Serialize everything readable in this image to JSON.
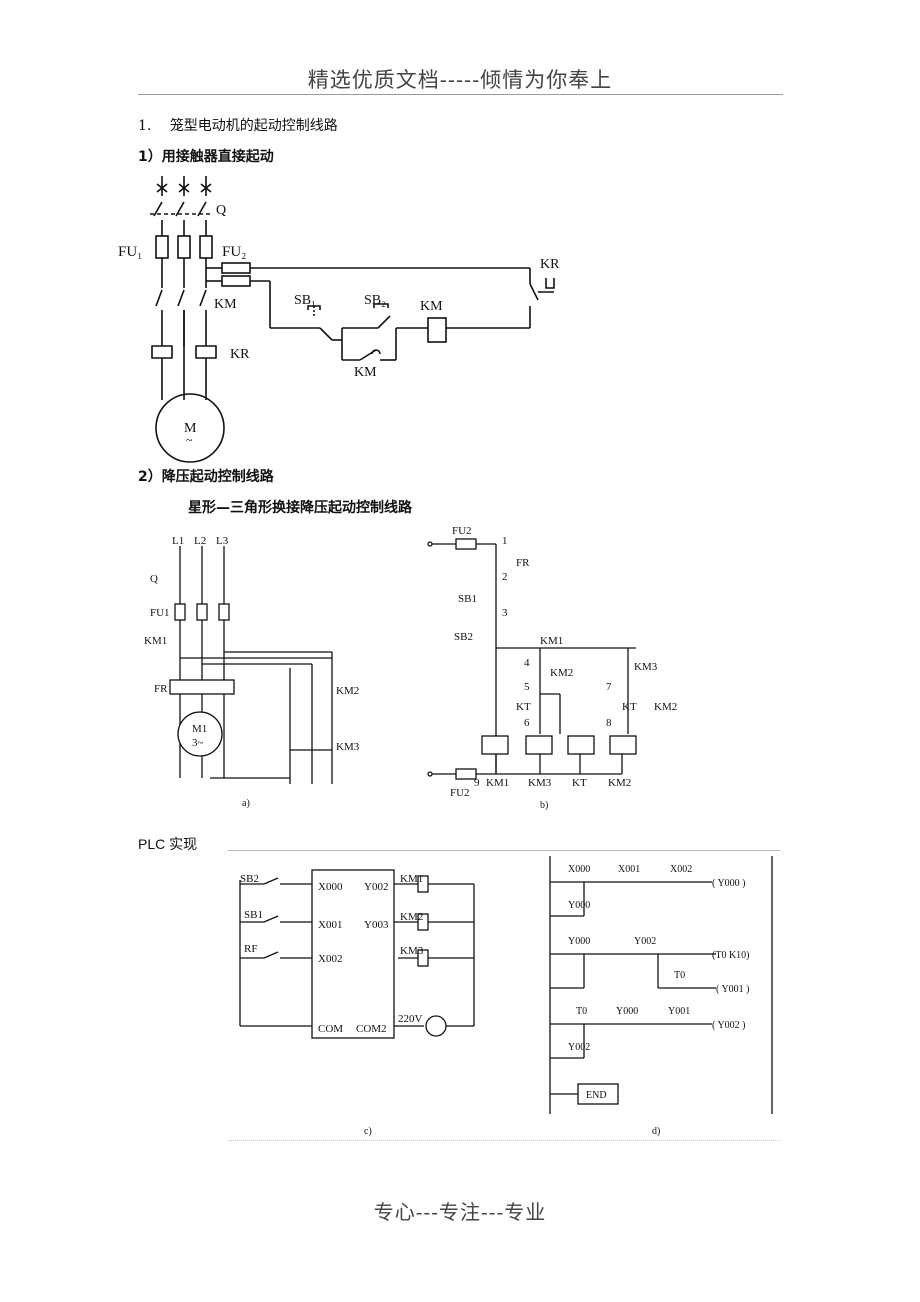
{
  "header": {
    "title": "精选优质文档-----倾情为你奉上"
  },
  "footer": {
    "text": "专心---专注---专业"
  },
  "section1": {
    "number": "1.",
    "title": "笼型电动机的起动控制线路"
  },
  "sub1": {
    "title": "1）用接触器直接起动"
  },
  "sub2": {
    "title": "2）降压起动控制线路",
    "caption": "星形—三角形换接降压起动控制线路"
  },
  "plc": {
    "title": "PLC 实现"
  },
  "fig1": {
    "labels": {
      "q": "Q",
      "fu1": "FU₁",
      "fu2": "FU₂",
      "km": "KM",
      "kr": "KR",
      "kr2": "KR",
      "sb1": "SB₁",
      "sb2": "SB₂",
      "km_coil": "KM",
      "km_aux": "KM",
      "motor": "M",
      "motor_sym": "~"
    }
  },
  "fig_a": {
    "caption": "a)",
    "labels": {
      "l1": "L1",
      "l2": "L2",
      "l3": "L3",
      "q": "Q",
      "fu1": "FU1",
      "km1": "KM1",
      "fr": "FR",
      "km2": "KM2",
      "km3": "KM3",
      "motor": "M1",
      "motor_sub": "3~"
    }
  },
  "fig_b": {
    "caption": "b)",
    "labels": {
      "fu2_top": "FU2",
      "fu2_bot": "FU2",
      "fr": "FR",
      "sb1": "SB1",
      "sb2": "SB2",
      "km1": "KM1",
      "km2": "KM2",
      "km3": "KM3",
      "kt": "KT",
      "kt2": "KT",
      "km2b": "KM2",
      "n1": "1",
      "n2": "2",
      "n3": "3",
      "n4": "4",
      "n5": "5",
      "n6": "6",
      "n7": "7",
      "n8": "8",
      "n9": "9",
      "coil1": "KM1",
      "coil2": "KM3",
      "coil3": "KT",
      "coil4": "KM2"
    }
  },
  "fig_c": {
    "caption": "c)",
    "labels": {
      "sb2": "SB2",
      "sb1": "SB1",
      "rf": "RF",
      "x000": "X000",
      "x001": "X001",
      "x002": "X002",
      "com": "COM",
      "y002": "Y002",
      "y003": "Y003",
      "com2": "COM2",
      "km1": "KM1",
      "km2": "KM2",
      "km3": "KM3",
      "v": "220V"
    }
  },
  "fig_d": {
    "caption": "d)",
    "labels": {
      "x000": "X000",
      "x001": "X001",
      "x002": "X002",
      "y000_out": "( Y000 )",
      "y000_seal": "Y000",
      "y000_b": "Y000",
      "y002_b": "Y002",
      "t0_out": "(T0 K10)",
      "t0_b": "T0",
      "y001_out": "( Y001 )",
      "t0_c": "T0",
      "y000_c": "Y000",
      "y001_c": "Y001",
      "y002_out": "( Y002 )",
      "y002_seal": "Y002",
      "end": "END"
    }
  }
}
